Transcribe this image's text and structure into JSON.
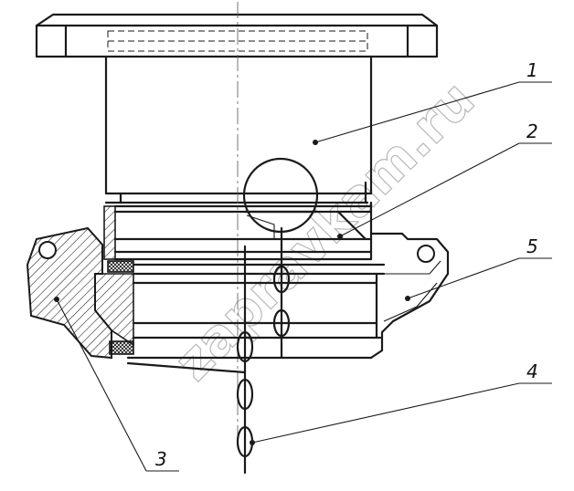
{
  "watermark": "zapravkam.ru",
  "callouts": [
    {
      "number": "1"
    },
    {
      "number": "2"
    },
    {
      "number": "3"
    },
    {
      "number": "4"
    },
    {
      "number": "5"
    }
  ]
}
